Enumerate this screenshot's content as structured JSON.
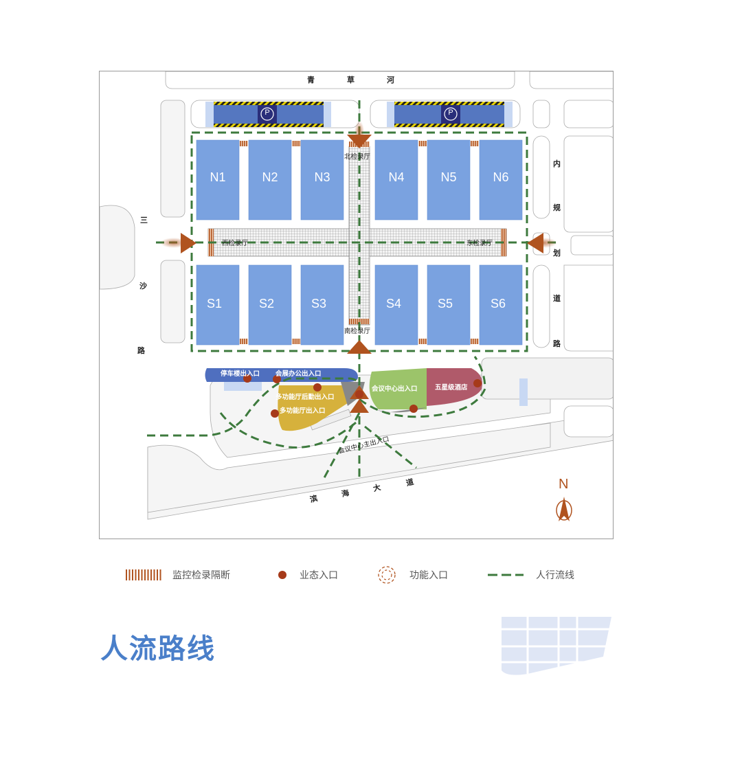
{
  "map": {
    "roads": {
      "north": [
        "青",
        "草",
        "河"
      ],
      "west": [
        "三",
        "沙",
        "路"
      ],
      "east": [
        "内",
        "规",
        "划",
        "道",
        "路"
      ],
      "south": [
        "滨",
        "海",
        "大",
        "道"
      ]
    },
    "parking_symbol": "P",
    "halls_north": [
      "N1",
      "N2",
      "N3",
      "N4",
      "N5",
      "N6"
    ],
    "halls_south": [
      "S1",
      "S2",
      "S3",
      "S4",
      "S5",
      "S6"
    ],
    "checkpoints": {
      "north": "北检录厅",
      "south": "南检录厅",
      "west": "西检录厅",
      "east": "东检录厅"
    },
    "zones": {
      "parking_entrance": "停车楼出入口",
      "office_entrance": "会展办公出入口",
      "multi_hall_logistics": "多功能厅后勤出入口",
      "multi_hall_entrance": "多功能厅出入口",
      "conference_entrance": "会议中心出入口",
      "hotel": "五星级酒店",
      "conference_main": "会议中心主出入口"
    },
    "compass": "N",
    "colors": {
      "hall": "#7aa2e0",
      "parking": "#5577c0",
      "path": "#3d7a3d",
      "arrow": "#b0531f",
      "dot": "#a63a1a",
      "office_band": "#4f6fbf",
      "multi_hall": "#d6b13c",
      "conference": "#9cc46a",
      "hotel": "#b05a6a"
    }
  },
  "legend": [
    {
      "icon": "barrier-stripes-icon",
      "label": "监控检录隔断"
    },
    {
      "icon": "dot-icon",
      "label": "业态入口"
    },
    {
      "icon": "dashed-circle-icon",
      "label": "功能入口"
    },
    {
      "icon": "dashed-line-icon",
      "label": "人行流线"
    }
  ],
  "page_title": "人流路线"
}
